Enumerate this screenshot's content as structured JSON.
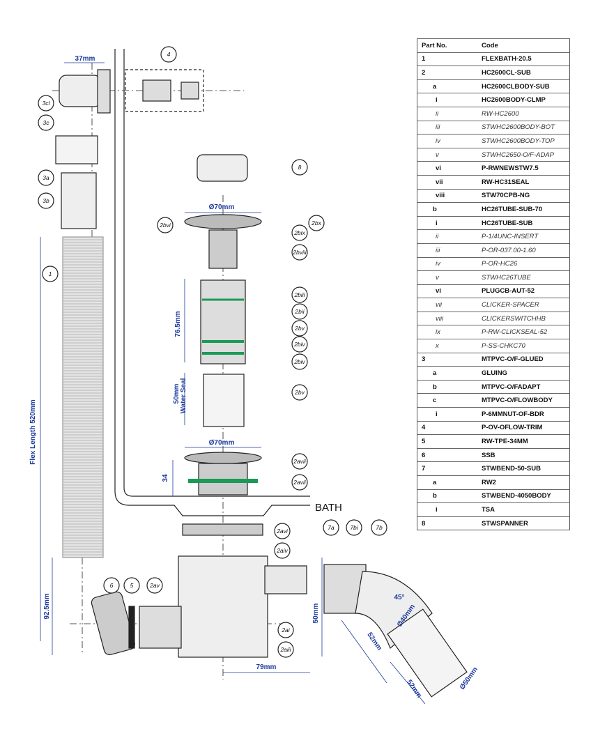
{
  "table": {
    "headers": [
      "Part No.",
      "Code"
    ],
    "rows": [
      {
        "no": "1",
        "code": "FLEXBATH-20.5",
        "level": 0,
        "italic": false
      },
      {
        "no": "2",
        "code": "HC2600CL-SUB",
        "level": 0,
        "italic": false
      },
      {
        "no": "a",
        "code": "HC2600CLBODY-SUB",
        "level": 1,
        "italic": false
      },
      {
        "no": "i",
        "code": "HC2600BODY-CLMP",
        "level": 2,
        "italic": false
      },
      {
        "no": "ii",
        "code": "RW-HC2600",
        "level": 2,
        "italic": true
      },
      {
        "no": "iii",
        "code": "STWHC2600BODY-BOT",
        "level": 2,
        "italic": true
      },
      {
        "no": "iv",
        "code": "STWHC2600BODY-TOP",
        "level": 2,
        "italic": true
      },
      {
        "no": "v",
        "code": "STWHC2650-O/F-ADAP",
        "level": 2,
        "italic": true
      },
      {
        "no": "vi",
        "code": "P-RWNEWSTW7.5",
        "level": 2,
        "italic": false
      },
      {
        "no": "vii",
        "code": "RW-HC31SEAL",
        "level": 2,
        "italic": false
      },
      {
        "no": "viii",
        "code": "STW70CPB-NG",
        "level": 2,
        "italic": false
      },
      {
        "no": "b",
        "code": "HC26TUBE-SUB-70",
        "level": 1,
        "italic": false
      },
      {
        "no": "i",
        "code": "HC26TUBE-SUB",
        "level": 2,
        "italic": false
      },
      {
        "no": "ii",
        "code": "P-1/4UNC-INSERT",
        "level": 2,
        "italic": true
      },
      {
        "no": "iii",
        "code": "P-OR-037.00-1.60",
        "level": 2,
        "italic": true
      },
      {
        "no": "iv",
        "code": "P-OR-HC26",
        "level": 2,
        "italic": true
      },
      {
        "no": "v",
        "code": "STWHC26TUBE",
        "level": 2,
        "italic": true
      },
      {
        "no": "vi",
        "code": "PLUGCB-AUT-52",
        "level": 2,
        "italic": false
      },
      {
        "no": "vii",
        "code": "CLICKER-SPACER",
        "level": 2,
        "italic": true
      },
      {
        "no": "viii",
        "code": "CLICKERSWITCHHB",
        "level": 2,
        "italic": true
      },
      {
        "no": "ix",
        "code": "P-RW-CLICKSEAL-52",
        "level": 2,
        "italic": true
      },
      {
        "no": "x",
        "code": "P-SS-CHKC70",
        "level": 2,
        "italic": true
      },
      {
        "no": "3",
        "code": "MTPVC-O/F-GLUED",
        "level": 0,
        "italic": false
      },
      {
        "no": "a",
        "code": "GLUING",
        "level": 1,
        "italic": false
      },
      {
        "no": "b",
        "code": "MTPVC-O/FADAPT",
        "level": 1,
        "italic": false
      },
      {
        "no": "c",
        "code": "MTPVC-O/FLOWBODY",
        "level": 1,
        "italic": false
      },
      {
        "no": "i",
        "code": "P-6MMNUT-OF-BDR",
        "level": 2,
        "italic": false
      },
      {
        "no": "4",
        "code": "P-OV-OFLOW-TRIM",
        "level": 0,
        "italic": false
      },
      {
        "no": "5",
        "code": "RW-TPE-34MM",
        "level": 0,
        "italic": false
      },
      {
        "no": "6",
        "code": "SSB",
        "level": 0,
        "italic": false
      },
      {
        "no": "7",
        "code": "STWBEND-50-SUB",
        "level": 0,
        "italic": false
      },
      {
        "no": "a",
        "code": "RW2",
        "level": 1,
        "italic": false
      },
      {
        "no": "b",
        "code": "STWBEND-4050BODY",
        "level": 1,
        "italic": false
      },
      {
        "no": "i",
        "code": "TSA",
        "level": 2,
        "italic": false
      },
      {
        "no": "8",
        "code": "STWSPANNER",
        "level": 0,
        "italic": false
      }
    ]
  },
  "diagram": {
    "bath_label": "BATH",
    "callouts": [
      "4",
      "3cl",
      "3c",
      "3a",
      "3b",
      "8",
      "2bvi",
      "2bx",
      "2bix",
      "2bviii",
      "1",
      "2biii",
      "2bii",
      "2bv",
      "2biv",
      "2biv",
      "2bv",
      "2avii",
      "2avii",
      "2avi",
      "2aiv",
      "7a",
      "7bi",
      "7b",
      "6",
      "5",
      "2av",
      "2ai",
      "2aiii"
    ],
    "dimensions": [
      "37mm",
      "Ø70mm",
      "76.5mm",
      "50mm",
      "Water Seal",
      "Ø70mm",
      "34",
      "Flex Length 520mm",
      "92.5mm",
      "50mm",
      "79mm",
      "45°",
      "Ø40mm",
      "52mm",
      "52mm",
      "Ø50mm"
    ],
    "colors": {
      "dimension": "#1c3a9c",
      "line": "#222222"
    }
  }
}
